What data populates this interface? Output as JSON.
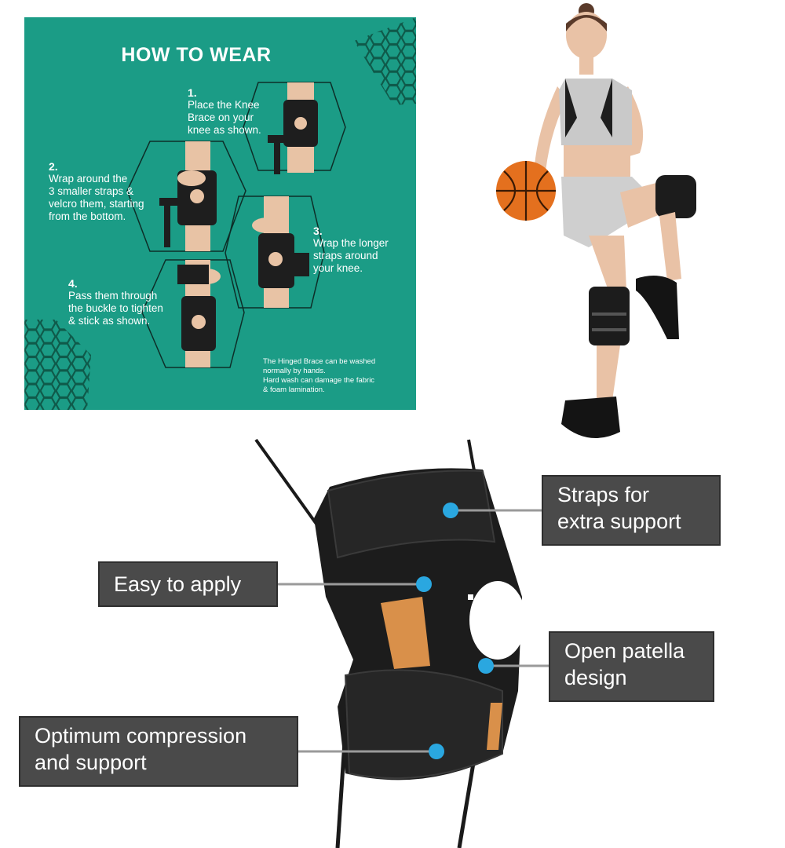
{
  "how_to_wear": {
    "title": "HOW TO WEAR",
    "steps": [
      {
        "number": "1.",
        "text": "Place the Knee\nBrace on your\nknee as shown."
      },
      {
        "number": "2.",
        "text": "Wrap around the\n3 smaller straps &\nvelcro them, starting\nfrom the bottom."
      },
      {
        "number": "3.",
        "text": "Wrap the longer\nstraps around\nyour knee."
      },
      {
        "number": "4.",
        "text": "Pass them through\nthe buckle to tighten\n& stick as shown."
      }
    ],
    "wash_note": "The Hinged Brace can be washed\nnormally by hands.\nHard wash can damage the fabric\n& foam lamination."
  },
  "callouts": {
    "straps": "Straps for\nextra support",
    "easy": "Easy to apply",
    "patella": "Open patella\ndesign",
    "compression": "Optimum compression\nand support"
  },
  "colors": {
    "panel_green": "#1b9c86",
    "hex_pattern": "#0f5a4a",
    "callout_box": "#4a4a4a",
    "marker_blue": "#2aa7e0",
    "brace_black": "#1c1c1c",
    "brace_orange": "#d9904a"
  }
}
